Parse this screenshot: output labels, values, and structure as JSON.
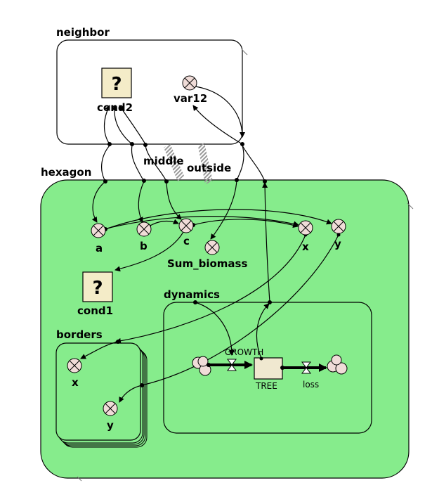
{
  "submodels": {
    "neighbor": {
      "label": "neighbor"
    },
    "hexagon": {
      "label": "hexagon"
    },
    "dynamics": {
      "label": "dynamics"
    },
    "borders": {
      "label": "borders"
    }
  },
  "variables": {
    "var12": "var12",
    "a": "a",
    "b": "b",
    "c": "c",
    "x": "x",
    "y": "y",
    "sum_biomass": "Sum_biomass",
    "borders_x": "x",
    "borders_y": "y"
  },
  "conditions": {
    "cond2": {
      "symbol": "?",
      "label": "cond2"
    },
    "cond1": {
      "symbol": "?",
      "label": "cond1"
    }
  },
  "connections": {
    "middle": "middle",
    "outside": "outside"
  },
  "stock": {
    "label": "TREE"
  },
  "flows": {
    "growth": "GROWTH",
    "loss": "loss"
  },
  "colors": {
    "hexagon_fill": "#86ec8c",
    "variable_fill": "#f0dcd8",
    "condition_fill": "#f4ecc8",
    "stock_fill": "#f0e8d0"
  },
  "icons": {
    "variable": "crossed-circle-icon",
    "condition": "question-box-icon",
    "cloud": "cloud-icon",
    "valve": "hourglass-valve-icon"
  }
}
